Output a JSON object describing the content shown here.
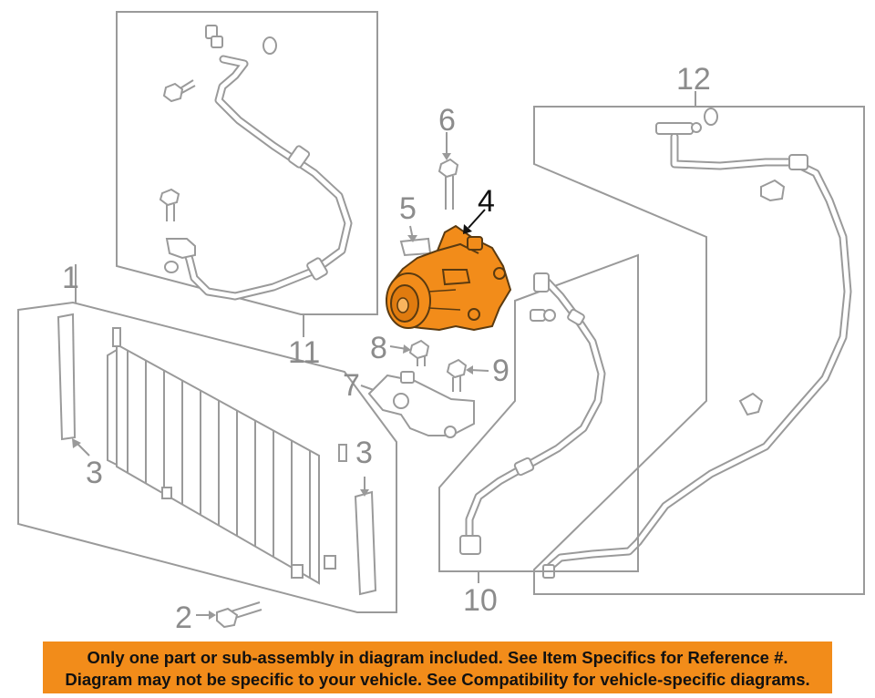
{
  "callouts": {
    "c1": "1",
    "c2": "2",
    "c3_left": "3",
    "c3_right": "3",
    "c4": "4",
    "c5": "5",
    "c6": "6",
    "c7": "7",
    "c8": "8",
    "c9": "9",
    "c10": "10",
    "c11": "11",
    "c12": "12"
  },
  "highlight_color": "#f28c1a",
  "banner": {
    "line1": "Only one part or sub-assembly in diagram included. See Item Specifics for Reference #.",
    "line2": "Diagram may not be specific to your vehicle. See Compatibility for vehicle-specific diagrams."
  }
}
